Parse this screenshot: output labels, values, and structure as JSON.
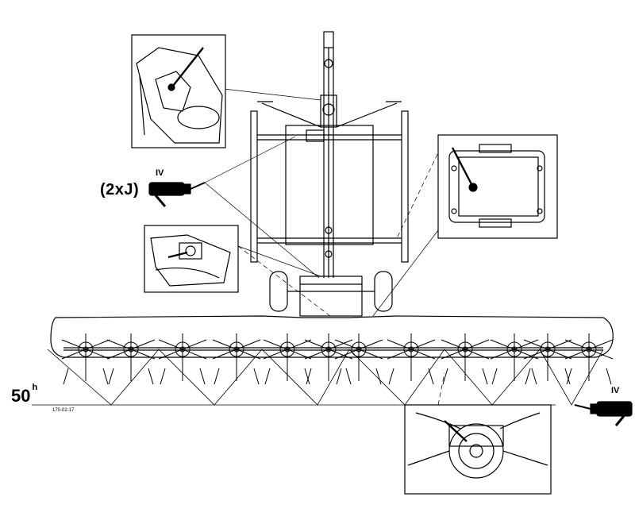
{
  "labels": {
    "interval_value": "50",
    "interval_unit": "h",
    "quantity": "(2xJ)",
    "grease_type_top": "IV",
    "grease_type_right": "IV",
    "figure_ref": "170-02-17"
  },
  "icons": [
    "grease-gun-icon",
    "grease-gun-icon"
  ],
  "colors": {
    "line": "#000000",
    "background": "#ffffff"
  }
}
